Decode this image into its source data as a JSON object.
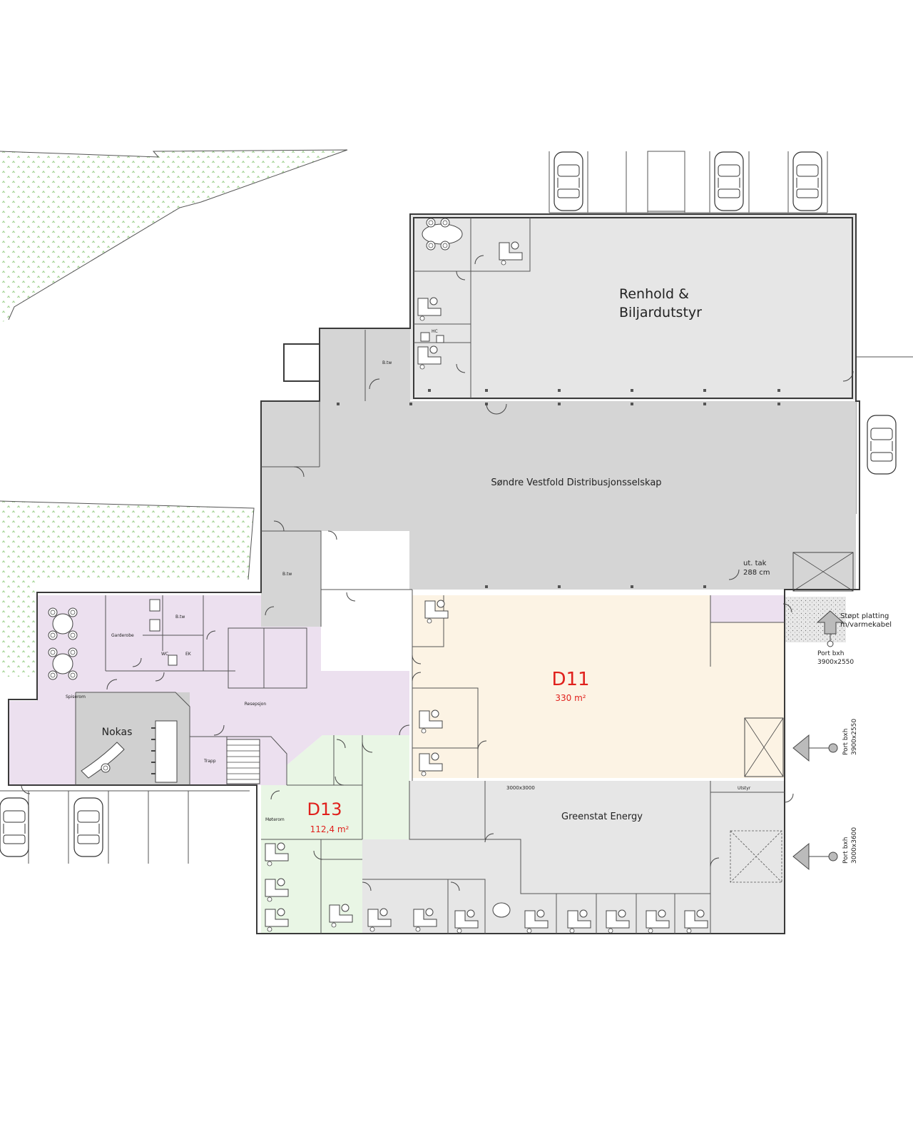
{
  "colors": {
    "warehouse_grey": "#d5d5d5",
    "office_grey": "#e6e6e6",
    "lilac": "#ece0ef",
    "beige": "#fcf3e4",
    "green": "#e9f6e5",
    "vacancy_red": "#e0201c",
    "grass_dot": "#9bcf8a",
    "wall": "#3a3a3a"
  },
  "tenants": {
    "renhold": {
      "line1": "Renhold &",
      "line2": "Biljardutstyr"
    },
    "sovd": {
      "name": "Søndre Vestfold Distribusjonsselskap"
    },
    "greenstat": {
      "name": "Greenstat Energy"
    },
    "nokas": {
      "name": "Nokas"
    }
  },
  "vacant_units": {
    "d11": {
      "id": "D11",
      "area": "330 m²"
    },
    "d13": {
      "id": "D13",
      "area": "112,4 m²"
    }
  },
  "annotations": {
    "ceiling_height": {
      "line1": "ut. tak",
      "line2": "288 cm"
    },
    "platform": {
      "line1": "Støpt platting",
      "line2": "m/varmekabel"
    },
    "port1": {
      "line1": "Port bxh",
      "line2": "3900x2550"
    },
    "port2": {
      "line1": "Port bxh",
      "line2": "3900x2550"
    },
    "port3": {
      "line1": "Port bxh",
      "line2": "3000x3600"
    },
    "header_3000": "3000x3000"
  },
  "room_labels": {
    "spiserom_left": "Spiserom",
    "garderobe": "Garderobe",
    "resepsjon": "Resepsjon",
    "trapp": "Trapp",
    "moterom": "Møterom",
    "wc": "WC",
    "ek": "EK",
    "hc": "HC",
    "btw_top": "B.tw",
    "btw_mid": "B.tw",
    "btw_small": "B.tw",
    "utstyr": "Utstyr"
  }
}
